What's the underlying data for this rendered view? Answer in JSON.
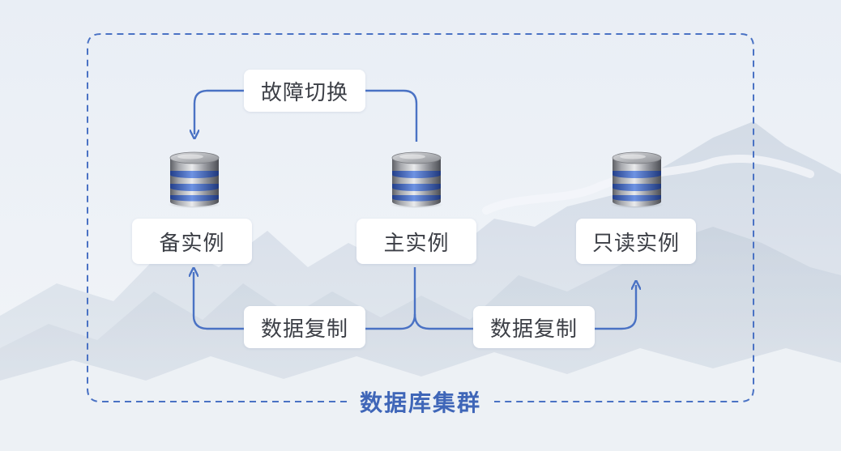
{
  "cluster": {
    "title": "数据库集群"
  },
  "nodes": {
    "standby": {
      "label": "备实例",
      "icon": "database-icon"
    },
    "primary": {
      "label": "主实例",
      "icon": "database-icon"
    },
    "readonly": {
      "label": "只读实例",
      "icon": "database-icon"
    }
  },
  "edges": {
    "failover": {
      "label": "故障切换"
    },
    "replication_standby": {
      "label": "数据复制"
    },
    "replication_readonly": {
      "label": "数据复制"
    }
  },
  "colors": {
    "accent": "#4a72c4",
    "title": "#3f66b8",
    "dashed_border": "#4a72c4",
    "label_text": "#3c3f46",
    "label_bg": "#ffffff"
  }
}
